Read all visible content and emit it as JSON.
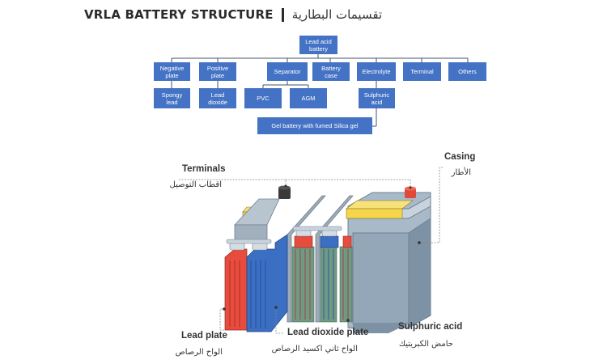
{
  "header": {
    "title_en": "VRLA BATTERY STRUCTURE",
    "title_ar": "تقسيمات البطارية"
  },
  "org_chart": {
    "root": "Lead acid\nbattery",
    "nodes": {
      "negative_plate": "Negative\nplate",
      "positive_plate": "Positive\nplate",
      "separator": "Separator",
      "battery_case": "Battery\ncase",
      "electrolyte": "Electrolyte",
      "terminal": "Terminal",
      "others": "Others",
      "spongy_lead": "Spongy\nlead",
      "lead_dioxide": "Lead\ndioxide",
      "pvc": "PVC",
      "agm": "AGM",
      "sulphuric_acid": "Sulphuric\nacid",
      "gel_battery": "Gel battery with fumed Silica gel"
    },
    "colors": {
      "box": "#4472c4",
      "line": "#44546a"
    }
  },
  "illustration": {
    "callouts": {
      "terminals_en": "Terminals",
      "terminals_ar": "اقطاب التوصيل",
      "casing_en": "Casing",
      "casing_ar": "الأطار",
      "lead_plate_en": "Lead plate",
      "lead_plate_ar": "الواح الرصاص",
      "lead_dioxide_plate_en": "Lead dioxide plate",
      "lead_dioxide_plate_ar": "الواح ثاني اكسيد الرصاص",
      "sulphuric_acid_en": "Sulphuric acid",
      "sulphuric_acid_ar": "حامض الكبريتيك"
    },
    "colors": {
      "negative_plate": "#e84c3d",
      "positive_plate": "#3a6fc4",
      "casing": "#93a7b8",
      "terminal_neg": "#3a3a3a",
      "terminal_pos": "#e04a3a",
      "vent": "#f5d64a",
      "separator": "#6f9a84"
    }
  }
}
